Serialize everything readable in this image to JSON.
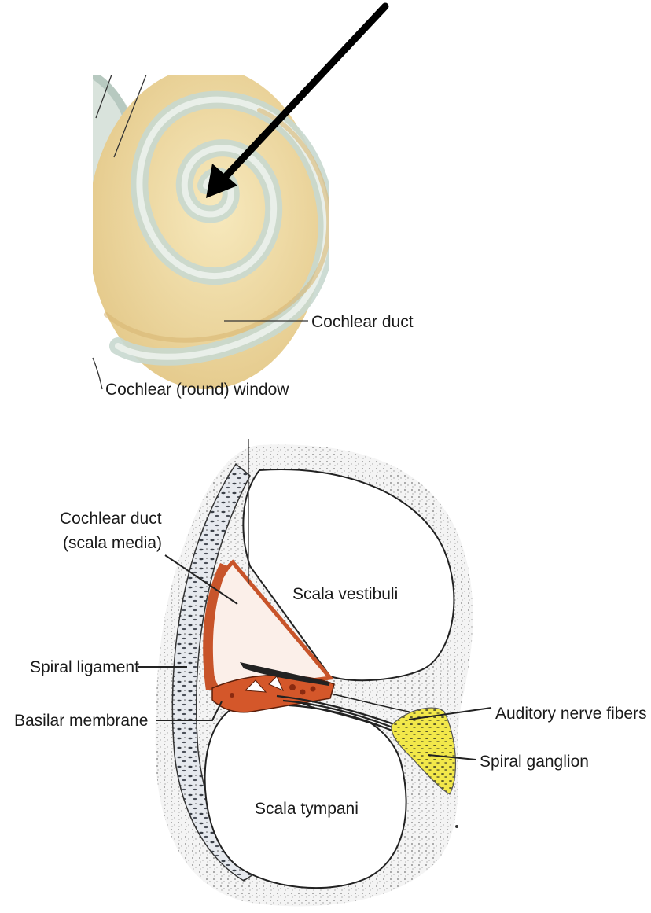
{
  "top_figure": {
    "labels": {
      "cochlear_duct": "Cochlear duct",
      "round_window": "Cochlear (round) window"
    }
  },
  "cross_section": {
    "labels": {
      "cochlear_duct_line1": "Cochlear duct",
      "cochlear_duct_line2": "(scala media)",
      "scala_vestibuli": "Scala vestibuli",
      "spiral_ligament": "Spiral ligament",
      "basilar_membrane": "Basilar membrane",
      "auditory_nerve_fibers": "Auditory nerve fibers",
      "spiral_ganglion": "Spiral ganglion",
      "scala_tympani": "Scala tympani"
    }
  },
  "colors": {
    "cochlea_cream": "#f1dca4",
    "cochlea_band": "#c8d8cf",
    "cochlear_duct_red": "#c8542a",
    "spiral_ganglion_yellow": "#f2e84a",
    "arrow": "#000000"
  },
  "icons": [
    "arrow-icon"
  ]
}
